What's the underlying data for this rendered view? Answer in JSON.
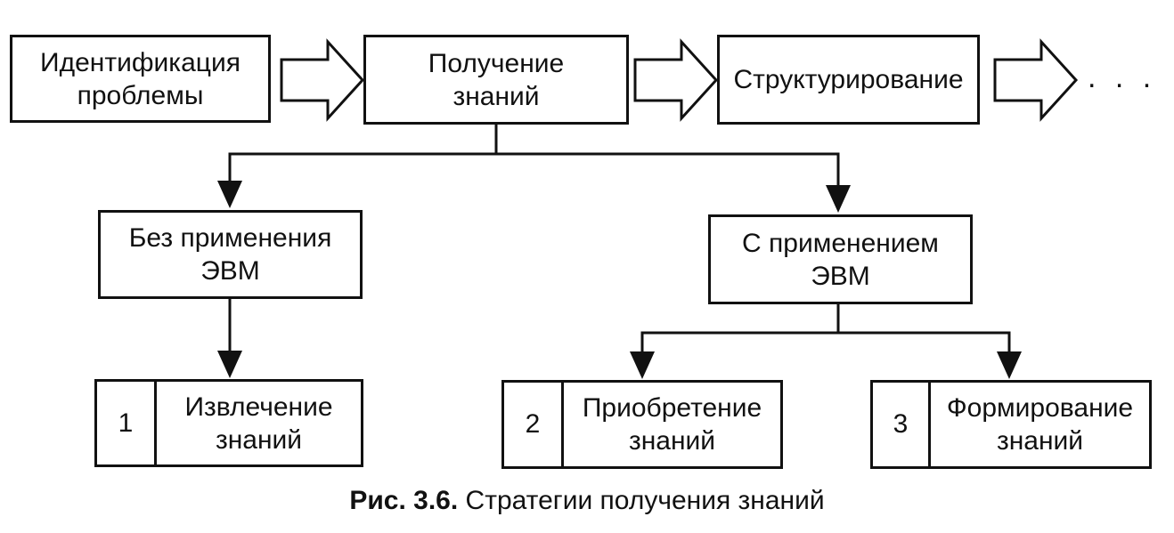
{
  "top_row": {
    "step1": [
      "Идентификация",
      "проблемы"
    ],
    "step2": [
      "Получение",
      "знаний"
    ],
    "step3": [
      "Структурирование"
    ],
    "continuation": ". . ."
  },
  "branches": {
    "without_computer": [
      "Без применения",
      "ЭВМ"
    ],
    "with_computer": [
      "С применением",
      "ЭВМ"
    ]
  },
  "strategies": [
    {
      "number": "1",
      "label": [
        "Извлечение",
        "знаний"
      ]
    },
    {
      "number": "2",
      "label": [
        "Приобретение",
        "знаний"
      ]
    },
    {
      "number": "3",
      "label": [
        "Формирование",
        "знаний"
      ]
    }
  ],
  "caption": {
    "prefix": "Рис. 3.6.",
    "text": " Стратегии получения знаний"
  }
}
